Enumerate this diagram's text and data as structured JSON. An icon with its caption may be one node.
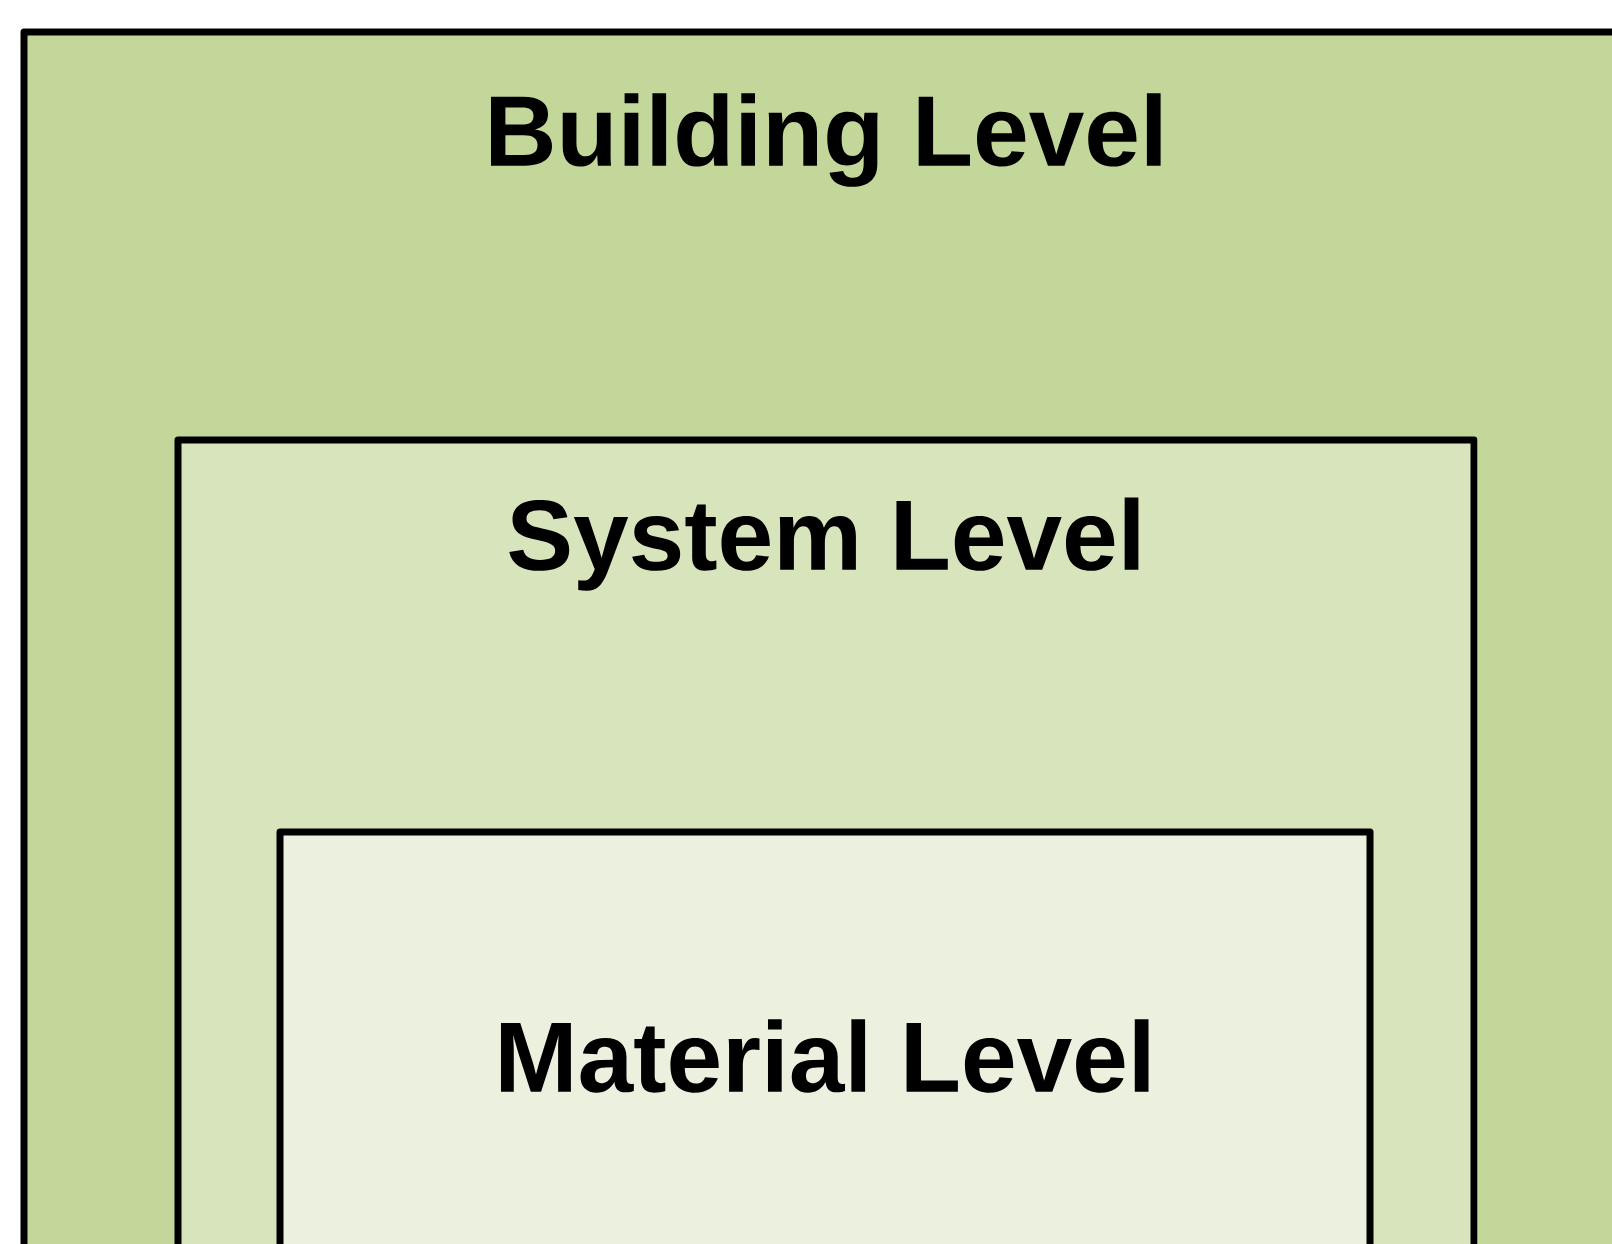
{
  "diagram": {
    "nodes": [
      {
        "text": [
          "Building Level"
        ]
      },
      {
        "text": [
          "System Level"
        ],
        "in": 0
      },
      {
        "text": [
          "Material Level"
        ],
        "in": 1
      }
    ]
  }
}
